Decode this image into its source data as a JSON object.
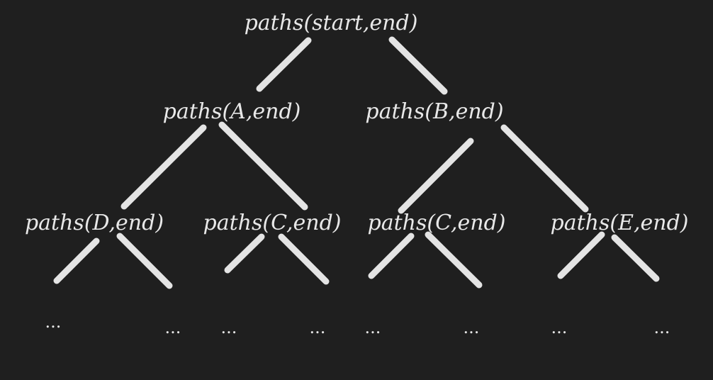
{
  "diagram": {
    "background": "#1f1f1f",
    "foreground": "#e8e8e8",
    "line_color": "#e4e4e4",
    "nodes": {
      "root": "paths(start,end)",
      "a": "paths(A,end)",
      "b": "paths(B,end)",
      "d": "paths(D,end)",
      "c_left": "paths(C,end)",
      "c_right": "paths(C,end)",
      "e": "paths(E,end)"
    },
    "ellipsis": "..."
  }
}
